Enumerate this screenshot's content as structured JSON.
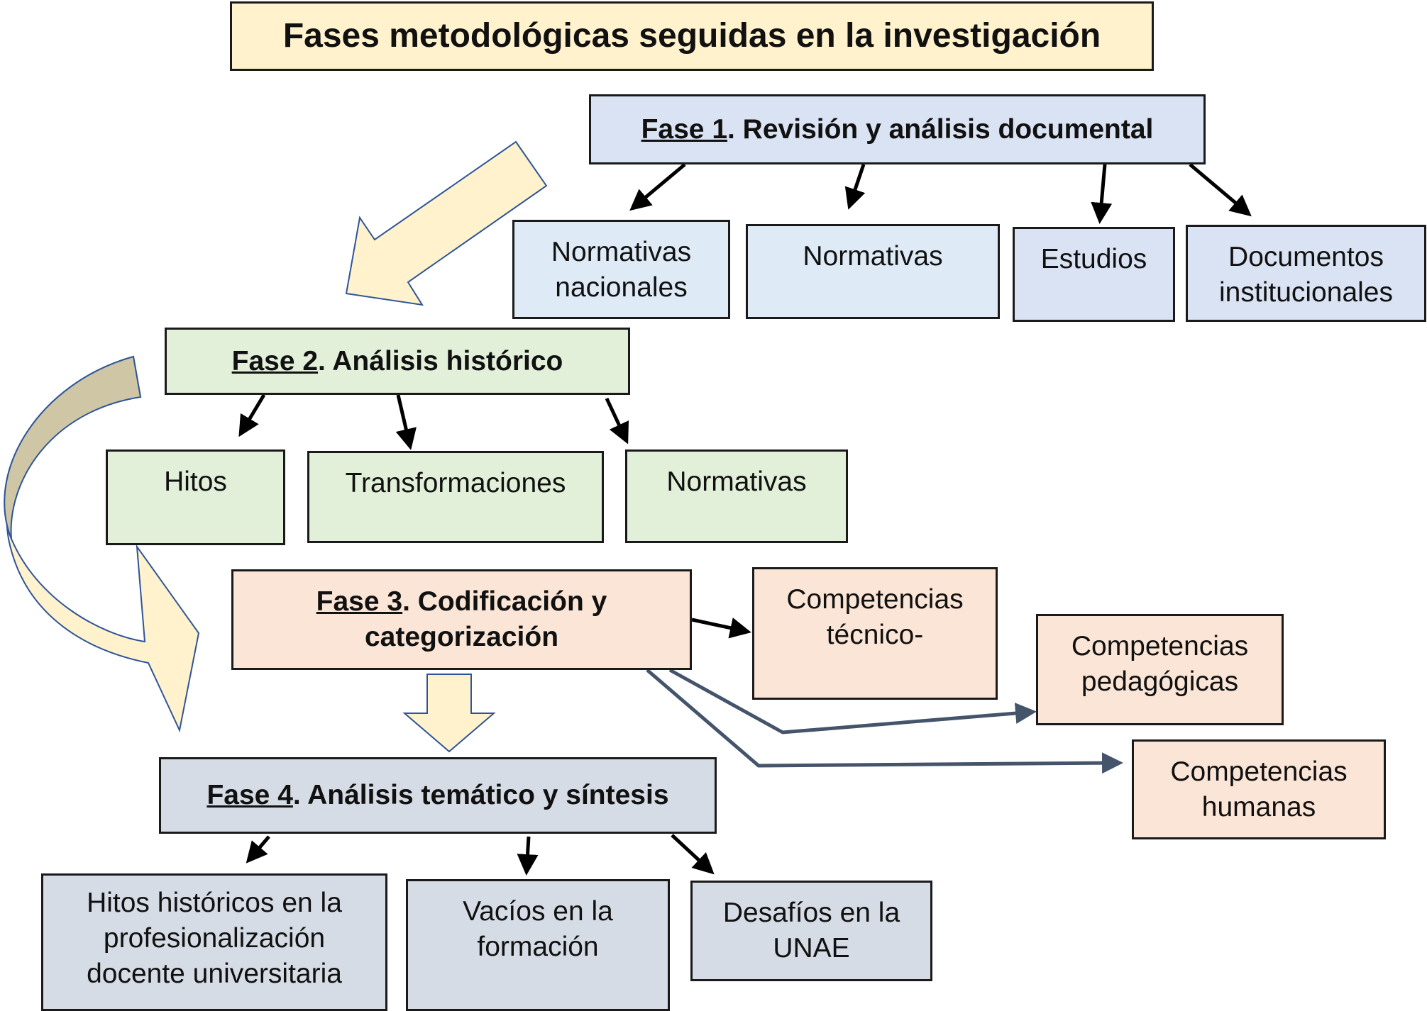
{
  "title": "Fases metodológicas seguidas en la investigación",
  "colors": {
    "title_fill": "#fff2cc",
    "phase1_fill": "#dae3f3",
    "phase1_light_fill": "#deebf7",
    "phase2_fill": "#e2f0d9",
    "phase3_fill": "#fbe5d6",
    "phase4_fill": "#d6dce5",
    "big_arrow_fill": "#fff2cc",
    "big_arrow_shade": "#cfc6a6",
    "big_arrow_stroke": "#2f5597",
    "connector_black": "#000000",
    "connector_slate": "#44546a"
  },
  "phases": [
    {
      "id": "fase1",
      "label": "Fase 1",
      "text": ". Revisión y análisis documental",
      "children": [
        {
          "lines": [
            "Normativas",
            "nacionales"
          ]
        },
        {
          "lines": [
            "Normativas"
          ]
        },
        {
          "lines": [
            "Estudios"
          ]
        },
        {
          "lines": [
            "Documentos",
            "institucionales"
          ]
        }
      ]
    },
    {
      "id": "fase2",
      "label": "Fase 2",
      "text": ". Análisis histórico",
      "children": [
        {
          "lines": [
            "Hitos"
          ]
        },
        {
          "lines": [
            "Transformaciones"
          ]
        },
        {
          "lines": [
            "Normativas"
          ]
        }
      ]
    },
    {
      "id": "fase3",
      "label": "Fase 3",
      "text_line1": ". Codificación y",
      "text_line2": "categorización",
      "children": [
        {
          "lines": [
            "Competencias",
            "técnico-"
          ]
        },
        {
          "lines": [
            "Competencias",
            "pedagógicas"
          ]
        },
        {
          "lines": [
            "Competencias",
            "humanas"
          ]
        }
      ]
    },
    {
      "id": "fase4",
      "label": "Fase 4",
      "text": ". Análisis temático y síntesis",
      "children": [
        {
          "lines": [
            "Hitos históricos en la",
            "profesionalización",
            "docente universitaria"
          ]
        },
        {
          "lines": [
            "Vacíos en la",
            "formación"
          ]
        },
        {
          "lines": [
            "Desafíos en la",
            "UNAE"
          ]
        }
      ]
    }
  ]
}
